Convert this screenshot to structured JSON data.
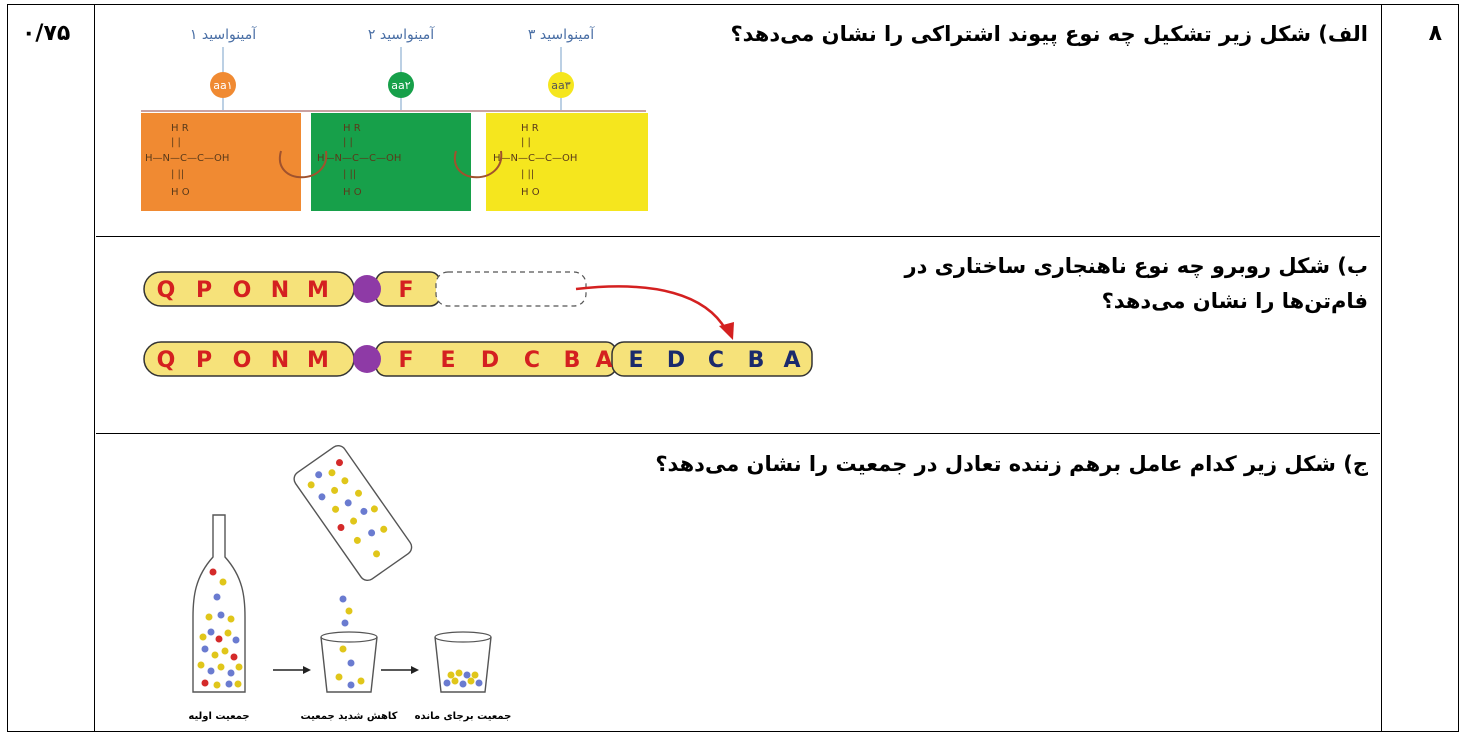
{
  "question": {
    "number": "۸",
    "score": "۰/۷۵"
  },
  "part_a": {
    "text": "الف) شکل زیر تشکیل چه نوع پیوند اشتراکی را نشان می‌دهد؟",
    "figure": {
      "labels": [
        "آمینواسید ۱",
        "آمینواسید ۲",
        "آمینواسید ۳"
      ],
      "badges": [
        "aa۱",
        "aa۲",
        "aa۳"
      ],
      "colors": [
        "#f08a32",
        "#17a04a",
        "#f5e61e"
      ]
    }
  },
  "part_b": {
    "line1": "ب) شکل روبرو چه نوع ناهنجاری ساختاری در",
    "line2": "فام‌تن‌ها را نشان می‌دهد؟",
    "figure": {
      "top_letters": [
        "Q",
        "P",
        "O",
        "N",
        "M",
        "F"
      ],
      "bottom_letters": [
        "Q",
        "P",
        "O",
        "N",
        "M",
        "F",
        "E",
        "D",
        "C",
        "B",
        "A"
      ],
      "extra_letters": [
        "E",
        "D",
        "C",
        "B",
        "A"
      ]
    }
  },
  "part_c": {
    "text": "ج) شکل زیر کدام عامل برهم زننده تعادل در جمعیت را نشان می‌دهد؟",
    "figure": {
      "captions": [
        "جمعیت اولیه",
        "کاهش شدید جمعیت",
        "جمعیت برجای مانده"
      ]
    }
  }
}
